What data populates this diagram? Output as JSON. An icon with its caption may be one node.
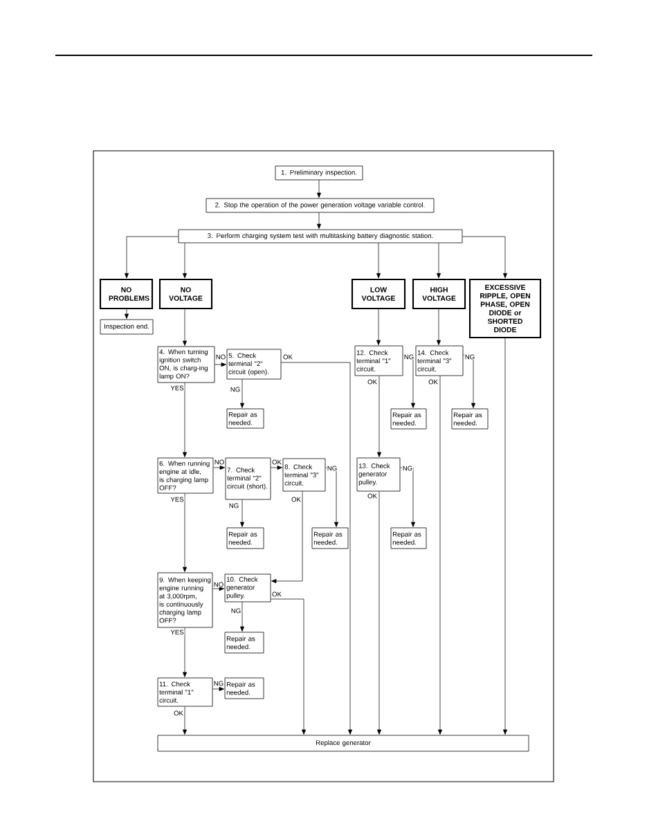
{
  "diagram": {
    "nodes": [
      {
        "text": [
          "1. Preliminary inspection."
        ]
      },
      {
        "text": [
          "2. Stop the operation of the power generation voltage variable control."
        ]
      },
      {
        "text": [
          "3. Perform charging system test with multitasking battery diagnostic station."
        ]
      },
      {
        "text": [
          "NO PROBLEMS"
        ]
      },
      {
        "text": [
          "NO VOLTAGE"
        ]
      },
      {
        "text": [
          "LOW VOLTAGE"
        ]
      },
      {
        "text": [
          "HIGH VOLTAGE"
        ]
      },
      {
        "text": [
          "EXCESSIVE RIPPLE, OPEN PHASE, OPEN DIODE or SHORTED DIODE"
        ]
      },
      {
        "text": [
          "Inspection end."
        ]
      },
      {
        "text": [
          "4. When turning ignition switch ON, is charg-ing lamp ON?"
        ]
      },
      {
        "text": [
          "5. Check terminal \"2\" circuit (open)."
        ]
      },
      {
        "text": [
          "Repair as needed."
        ]
      },
      {
        "text": [
          "6. When running engine at idle, is charging lamp OFF?"
        ]
      },
      {
        "text": [
          "7. Check terminal \"2\" circuit (short)."
        ]
      },
      {
        "text": [
          "8. Check terminal \"3\" circuit."
        ]
      },
      {
        "text": [
          "Repair as needed."
        ]
      },
      {
        "text": [
          "Repair as needed."
        ]
      },
      {
        "text": [
          "9. When keeping engine running at 3,000rpm, is continuously charging lamp OFF?"
        ]
      },
      {
        "text": [
          "10. Check generator pulley."
        ]
      },
      {
        "text": [
          "Repair as needed."
        ]
      },
      {
        "text": [
          "11. Check terminal \"1\" circuit."
        ]
      },
      {
        "text": [
          "Repair as needed."
        ]
      },
      {
        "text": [
          "12. Check terminal \"1\" circuit."
        ]
      },
      {
        "text": [
          "Repair as needed."
        ]
      },
      {
        "text": [
          "13. Check generator pulley."
        ]
      },
      {
        "text": [
          "Repair as needed."
        ]
      },
      {
        "text": [
          "14. Check terminal \"3\" circuit."
        ]
      },
      {
        "text": [
          "Repair as needed."
        ]
      },
      {
        "text": [
          "Replace generator"
        ]
      }
    ],
    "edges": [
      {
        "from": 0,
        "to": 1,
        "arrow": "to"
      },
      {
        "from": 1,
        "to": 2,
        "arrow": "to"
      },
      {
        "from": 2,
        "to": 3,
        "arrow": "to"
      },
      {
        "from": 2,
        "to": 4,
        "arrow": "to"
      },
      {
        "from": 2,
        "to": 5,
        "arrow": "to"
      },
      {
        "from": 2,
        "to": 6,
        "arrow": "to"
      },
      {
        "from": 2,
        "to": 7,
        "arrow": "to"
      },
      {
        "from": 3,
        "to": 8,
        "arrow": "to"
      },
      {
        "from": 4,
        "to": 9,
        "arrow": "to"
      },
      {
        "from": 9,
        "to": 10,
        "arrow": "to",
        "label": "NO"
      },
      {
        "from": 10,
        "to": 11,
        "arrow": "to",
        "label": "NG"
      },
      {
        "from": 10,
        "to": 28,
        "arrow": "to",
        "label": "OK"
      },
      {
        "from": 9,
        "to": 12,
        "arrow": "to",
        "label": "YES"
      },
      {
        "from": 12,
        "to": 13,
        "arrow": "to",
        "label": "NO"
      },
      {
        "from": 13,
        "to": 14,
        "arrow": "to",
        "label": "OK"
      },
      {
        "from": 14,
        "to": 16,
        "arrow": "to",
        "label": "NG"
      },
      {
        "from": 14,
        "to": 18,
        "arrow": "to",
        "label": "OK"
      },
      {
        "from": 13,
        "to": 15,
        "arrow": "to",
        "label": "NG"
      },
      {
        "from": 12,
        "to": 17,
        "arrow": "to",
        "label": "YES"
      },
      {
        "from": 17,
        "to": 18,
        "arrow": "to",
        "label": "NO"
      },
      {
        "from": 18,
        "to": 19,
        "arrow": "to",
        "label": "NG"
      },
      {
        "from": 18,
        "to": 28,
        "arrow": "to",
        "label": "OK"
      },
      {
        "from": 17,
        "to": 20,
        "arrow": "to",
        "label": "YES"
      },
      {
        "from": 20,
        "to": 21,
        "arrow": "to",
        "label": "NG"
      },
      {
        "from": 20,
        "to": 28,
        "arrow": "to",
        "label": "OK"
      },
      {
        "from": 5,
        "to": 22,
        "arrow": "to"
      },
      {
        "from": 22,
        "to": 23,
        "arrow": "to",
        "label": "NG"
      },
      {
        "from": 22,
        "to": 24,
        "arrow": "to",
        "label": "OK"
      },
      {
        "from": 24,
        "to": 25,
        "arrow": "to",
        "label": "NG"
      },
      {
        "from": 24,
        "to": 28,
        "arrow": "to",
        "label": "OK"
      },
      {
        "from": 6,
        "to": 26,
        "arrow": "to"
      },
      {
        "from": 26,
        "to": 27,
        "arrow": "to",
        "label": "NG"
      },
      {
        "from": 26,
        "to": 28,
        "arrow": "to",
        "label": "OK"
      },
      {
        "from": 7,
        "to": 28,
        "arrow": "to"
      }
    ]
  }
}
